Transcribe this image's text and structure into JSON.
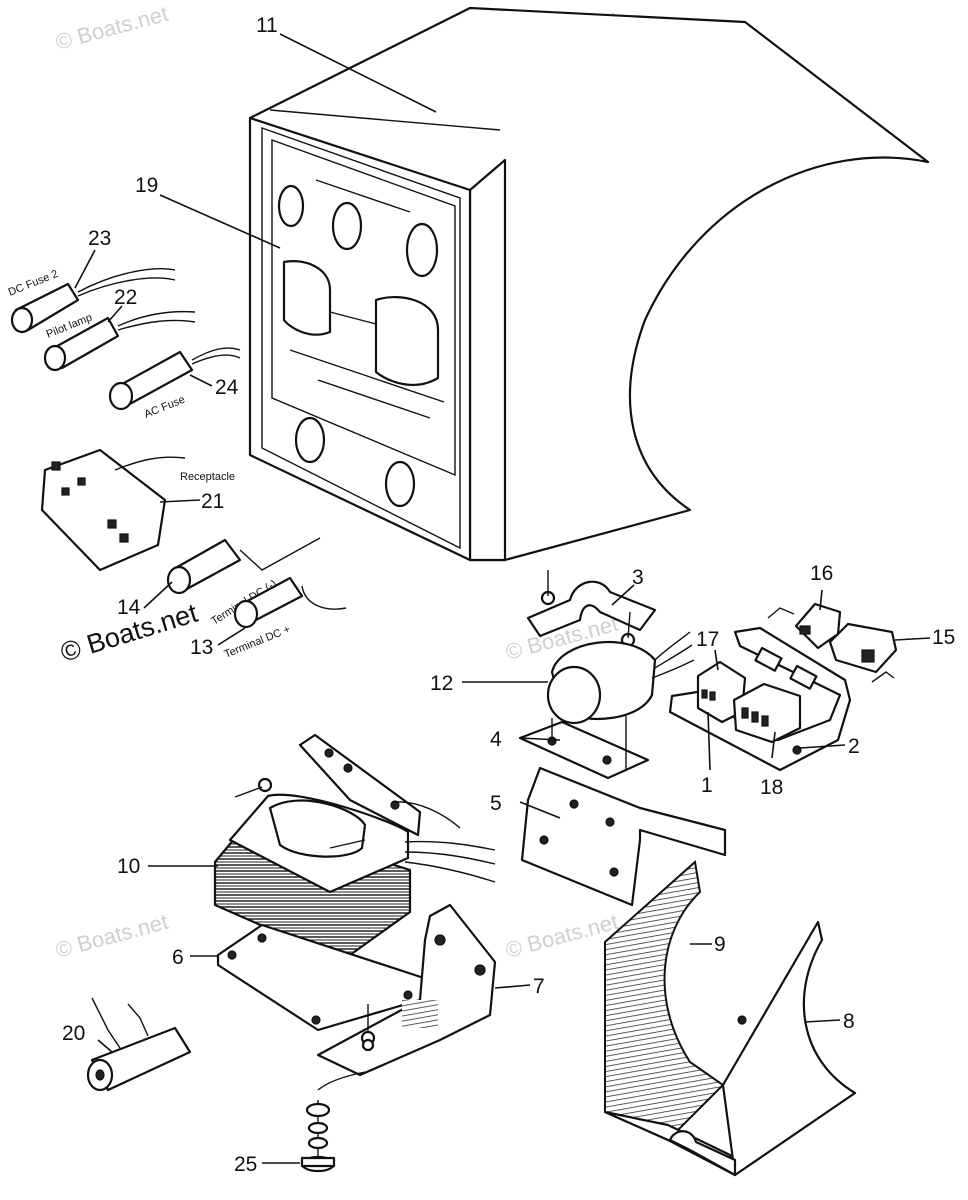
{
  "watermark": "© Boats.net",
  "part_numbers": {
    "p1": "1",
    "p2": "2",
    "p3": "3",
    "p4": "4",
    "p5": "5",
    "p6": "6",
    "p7": "7",
    "p8": "8",
    "p9": "9",
    "p10": "10",
    "p11": "11",
    "p12": "12",
    "p13": "13",
    "p14": "14",
    "p15": "15",
    "p16": "16",
    "p17": "17",
    "p18": "18",
    "p19": "19",
    "p20": "20",
    "p21": "21",
    "p22": "22",
    "p23": "23",
    "p24": "24",
    "p25": "25"
  },
  "part_labels": {
    "dc_fuse": "DC Fuse 2",
    "pilot_lamp": "Pilot lamp",
    "ac_fuse": "AC Fuse",
    "receptacle": "Receptacle",
    "terminal_dc_neg": "Terminal DC (-)",
    "terminal_dc_pos": "Terminal DC +"
  }
}
